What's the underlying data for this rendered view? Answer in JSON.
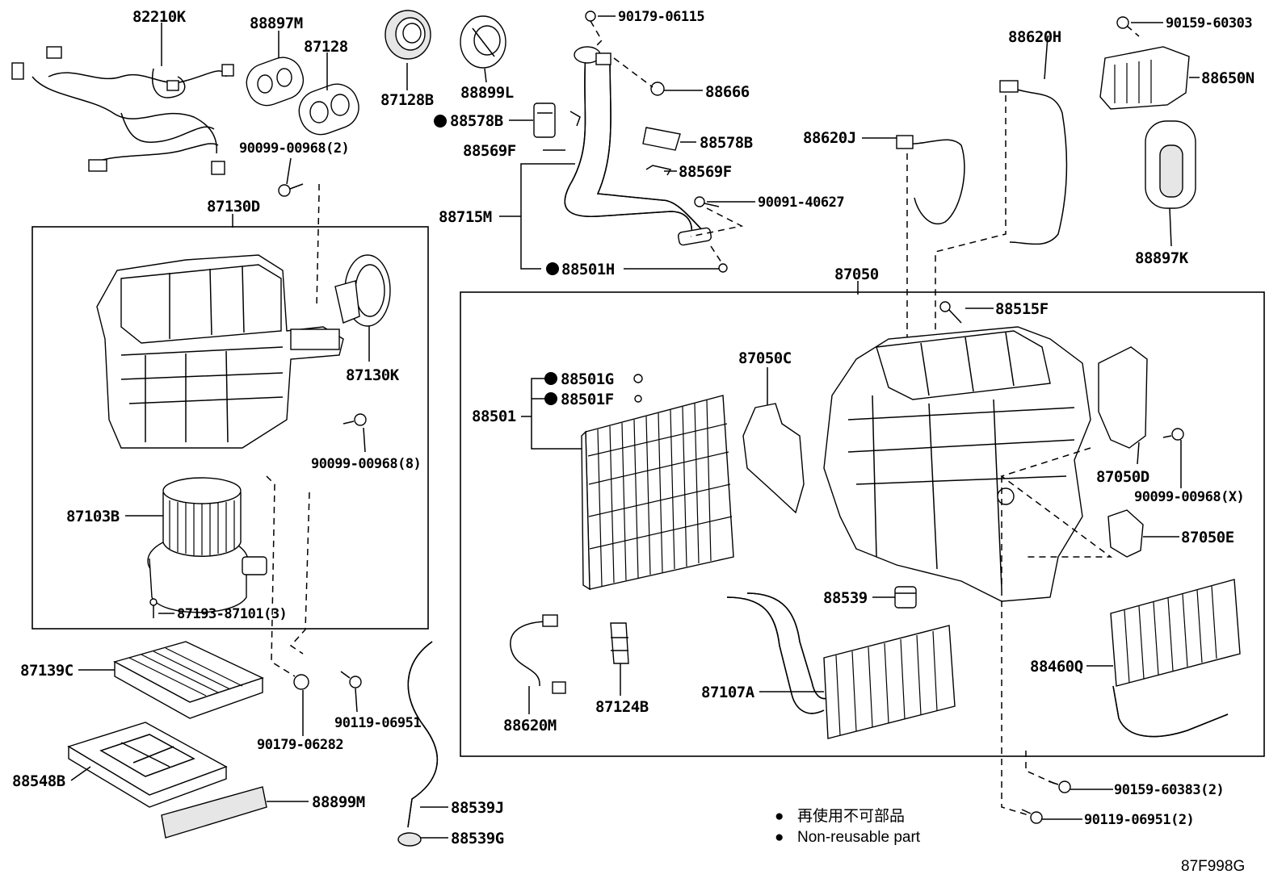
{
  "diagram_code": "87F998G",
  "legend": {
    "jp": "再使用不可部品",
    "en": "Non-reusable part",
    "marker": "●"
  },
  "labels": {
    "p82210K": "82210K",
    "p88897M": "88897M",
    "p87128": "87128",
    "p87128B": "87128B",
    "p88899L": "88899L",
    "p90179_06115": "90179-06115",
    "p88666": "88666",
    "p88578B_a": "88578B",
    "p88569F_a": "88569F",
    "p88578B_b": "88578B",
    "p88569F_b": "88569F",
    "p90091_40627": "90091-40627",
    "p88715M": "88715M",
    "p88501H": "88501H",
    "p90099_00968_2": "90099-00968(2)",
    "p87130D": "87130D",
    "p87130K": "87130K",
    "p90099_00968_8": "90099-00968(8)",
    "p87103B": "87103B",
    "p87193_87101_3": "87193-87101(3)",
    "p88620H": "88620H",
    "p88620J": "88620J",
    "p90159_60303": "90159-60303",
    "p88650N": "88650N",
    "p88897K": "88897K",
    "p87050": "87050",
    "p88515F": "88515F",
    "p87050C": "87050C",
    "p88501G": "88501G",
    "p88501F": "88501F",
    "p88501": "88501",
    "p87050D": "87050D",
    "p90099_00968_X": "90099-00968(X)",
    "p87050E": "87050E",
    "p88539": "88539",
    "p88460Q": "88460Q",
    "p87107A": "87107A",
    "p88620M": "88620M",
    "p87124B": "87124B",
    "p87139C": "87139C",
    "p90119_06951": "90119-06951",
    "p90179_06282": "90179-06282",
    "p88548B": "88548B",
    "p88899M": "88899M",
    "p88539J": "88539J",
    "p88539G": "88539G",
    "p90159_60383_2": "90159-60383(2)",
    "p90119_06951_2": "90119-06951(2)"
  }
}
